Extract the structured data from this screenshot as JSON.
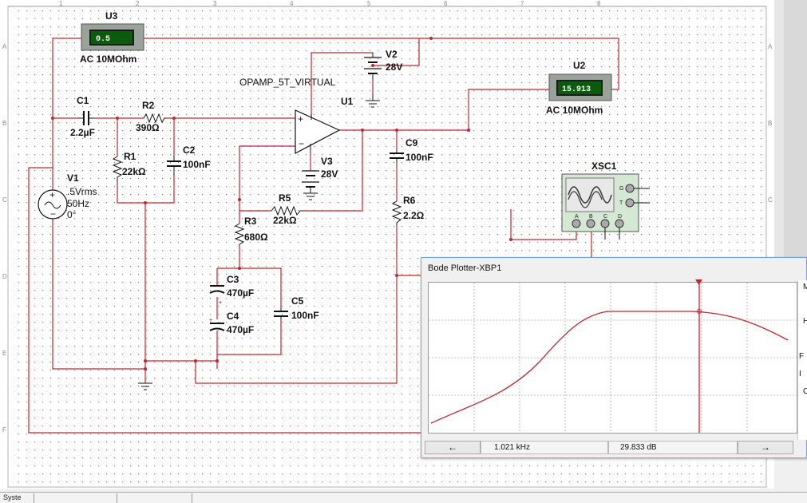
{
  "components": {
    "u3": {
      "ref": "U3",
      "reading": "0.5",
      "mode": "AC 10MOhm"
    },
    "u2": {
      "ref": "U2",
      "reading": "15.913",
      "mode": "AC 10MOhm"
    },
    "v2": {
      "ref": "V2",
      "value": "28V"
    },
    "v3": {
      "ref": "V3",
      "value": "28V"
    },
    "v1": {
      "ref": "V1",
      "amp": ".5Vrms",
      "freq": "50Hz",
      "phase": "0°"
    },
    "u1": {
      "ref": "U1",
      "model": "OPAMP_5T_VIRTUAL"
    },
    "c1": {
      "ref": "C1",
      "value": "2.2µF"
    },
    "r2": {
      "ref": "R2",
      "value": "390Ω"
    },
    "c2": {
      "ref": "C2",
      "value": "100nF"
    },
    "r1": {
      "ref": "R1",
      "value": "22kΩ"
    },
    "r5": {
      "ref": "R5",
      "value": "22kΩ"
    },
    "r3": {
      "ref": "R3",
      "value": "680Ω"
    },
    "c3": {
      "ref": "C3",
      "value": "470µF"
    },
    "c4": {
      "ref": "C4",
      "value": "470µF"
    },
    "c5": {
      "ref": "C5",
      "value": "100nF"
    },
    "c9": {
      "ref": "C9",
      "value": "100nF"
    },
    "r6": {
      "ref": "R6",
      "value": "2.2Ω"
    },
    "xsc1": {
      "ref": "XSC1",
      "pins": [
        "A",
        "B",
        "C",
        "D"
      ],
      "side_pins": [
        "G",
        "T"
      ]
    }
  },
  "ruler": {
    "cols": [
      "1",
      "2",
      "3",
      "4",
      "5",
      "6",
      "7",
      "8"
    ],
    "rows": [
      "A",
      "B",
      "C",
      "D",
      "E",
      "F"
    ]
  },
  "bode": {
    "title": "Bode Plotter-XBP1",
    "frequency": "1.021 kHz",
    "magnitude": "29.833 dB",
    "left_arrow": "←",
    "right_arrow": "→",
    "side_letters": [
      "M",
      "H",
      "F",
      "I",
      "O"
    ]
  },
  "taskbar": {
    "tabs": [
      "Syste",
      "",
      ""
    ]
  },
  "colors": {
    "wire": "#c0262d",
    "grid": "#9a9a9a",
    "meter_bg": "#1a1a1a",
    "meter_green": "#2a8a2a",
    "scope_body": "#d4e8d4"
  }
}
